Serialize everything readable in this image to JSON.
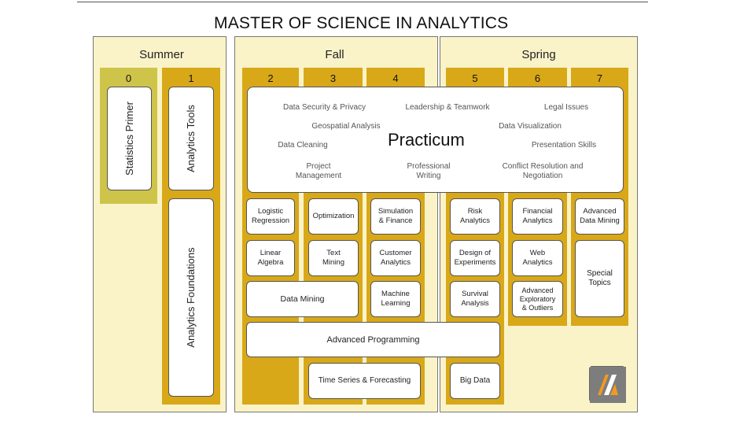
{
  "title": "MASTER OF SCIENCE IN ANALYTICS",
  "seasons": {
    "summer": "Summer",
    "fall": "Fall",
    "spring": "Spring"
  },
  "modules": [
    "0",
    "1",
    "2",
    "3",
    "4",
    "5",
    "6",
    "7"
  ],
  "summer_courses": {
    "statistics_primer": "Statistics Primer",
    "analytics_tools": "Analytics Tools",
    "analytics_foundations": "Analytics Foundations"
  },
  "practicum": {
    "title": "Practicum",
    "items": {
      "data_security": "Data Security & Privacy",
      "leadership": "Leadership & Teamwork",
      "legal": "Legal Issues",
      "geospatial": "Geospatial Analysis",
      "data_viz": "Data Visualization",
      "data_cleaning": "Data Cleaning",
      "presentation": "Presentation Skills",
      "project_mgmt": "Project\nManagement",
      "prof_writing": "Professional\nWriting",
      "conflict": "Conflict Resolution and\nNegotiation"
    }
  },
  "courses": {
    "logistic_regression": "Logistic\nRegression",
    "optimization": "Optimization",
    "simulation_finance": "Simulation\n& Finance",
    "risk_analytics": "Risk\nAnalytics",
    "financial_analytics": "Financial\nAnalytics",
    "advanced_data_mining": "Advanced\nData Mining",
    "linear_algebra": "Linear\nAlgebra",
    "text_mining": "Text\nMining",
    "customer_analytics": "Customer\nAnalytics",
    "design_of_experiments": "Design of\nExperiments",
    "web_analytics": "Web\nAnalytics",
    "special_topics": "Special\nTopics",
    "data_mining": "Data Mining",
    "machine_learning": "Machine\nLearning",
    "survival_analysis": "Survival\nAnalysis",
    "advanced_exploratory": "Advanced\nExploratory\n& Outliers",
    "advanced_programming": "Advanced Programming",
    "time_series": "Time Series & Forecasting",
    "big_data": "Big Data"
  },
  "colors": {
    "gold": "#d8a818",
    "panel": "#fbf3c8",
    "primer": "#cfc44a"
  }
}
